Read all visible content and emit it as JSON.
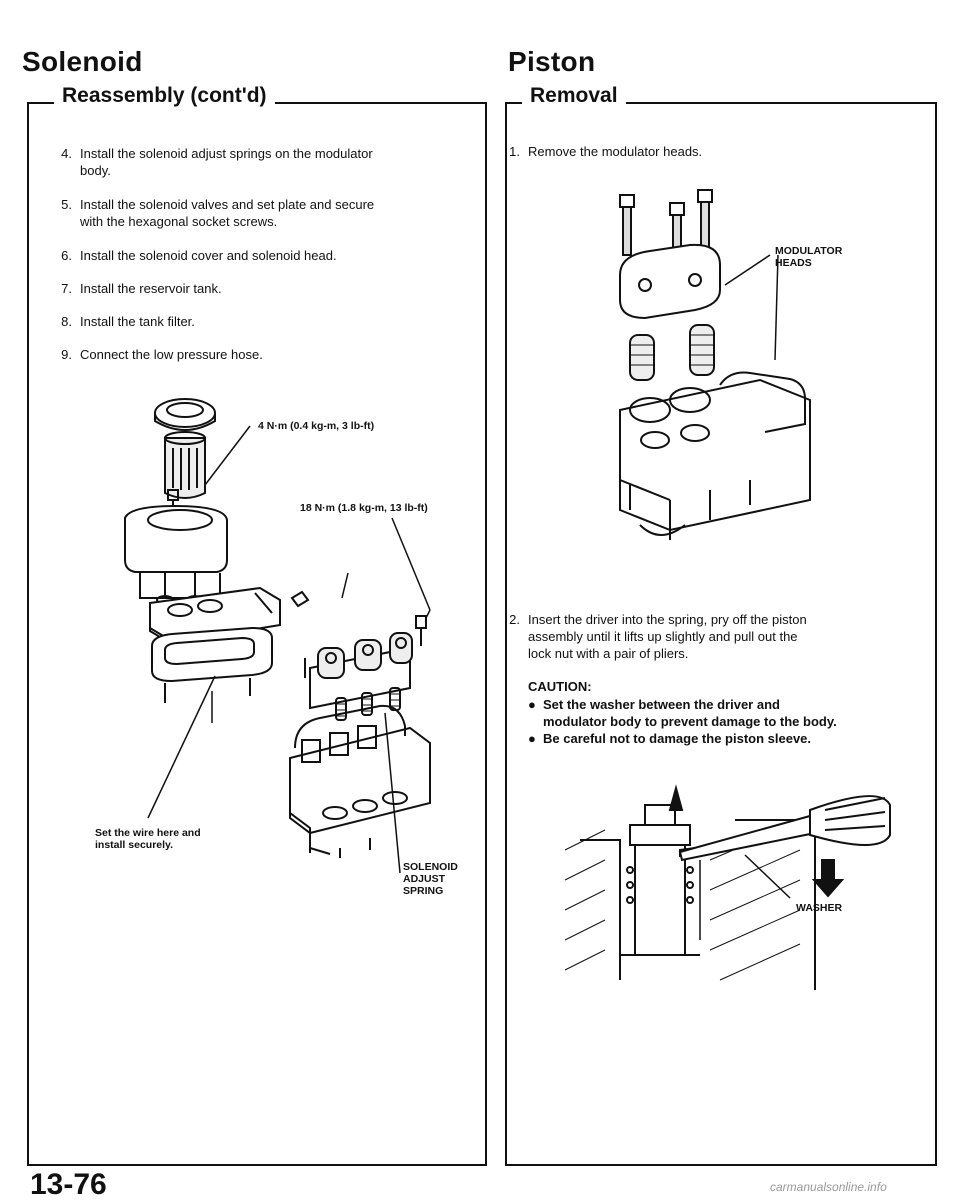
{
  "left": {
    "title": "Solenoid",
    "section": "Reassembly (cont'd)",
    "steps": [
      {
        "num": "4.",
        "line1": "Install the solenoid adjust springs on the modulator",
        "line2": "body."
      },
      {
        "num": "5.",
        "line1": "Install the solenoid valves and set plate and secure",
        "line2": "with the hexagonal socket screws."
      },
      {
        "num": "6.",
        "line1": "Install the solenoid cover and solenoid head.",
        "line2": ""
      },
      {
        "num": "7.",
        "line1": "Install the reservoir tank.",
        "line2": ""
      },
      {
        "num": "8.",
        "line1": "Install the tank filter.",
        "line2": ""
      },
      {
        "num": "9.",
        "line1": "Connect the low pressure hose.",
        "line2": ""
      }
    ],
    "callouts": {
      "torque_small": "4 N·m (0.4 kg-m, 3 lb-ft)",
      "torque_large": "18 N·m (1.8 kg-m, 13 lb-ft)",
      "wire_line1": "Set the wire here and",
      "wire_line2": "install securely.",
      "spring_line1": "SOLENOID",
      "spring_line2": "ADJUST",
      "spring_line3": "SPRING"
    }
  },
  "right": {
    "title": "Piston",
    "section": "Removal",
    "step1": {
      "num": "1.",
      "text": "Remove the modulator heads."
    },
    "callout_heads_line1": "MODULATOR",
    "callout_heads_line2": "HEADS",
    "step2": {
      "num": "2.",
      "line1": "Insert the driver into the spring, pry off the piston",
      "line2": "assembly until it lifts up slightly and pull out the",
      "line3": "lock nut with a pair of pliers."
    },
    "caution": {
      "title": "CAUTION:",
      "b1_line1": "Set the washer between the driver and",
      "b1_line2": "modulator body to prevent damage to the body.",
      "b2": "Be careful not to damage the piston sleeve."
    },
    "callout_washer": "WASHER"
  },
  "page_number": "13-76",
  "watermark": "carmanualsonline.info"
}
